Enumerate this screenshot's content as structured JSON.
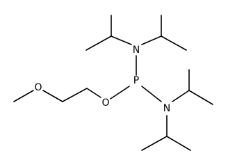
{
  "atoms": {
    "o_methoxy": "O",
    "o_ester": "O",
    "p_center": "P",
    "n_upper": "N",
    "n_lower": "N"
  },
  "colors": {
    "bond": "#000000",
    "background": "#ffffff"
  }
}
